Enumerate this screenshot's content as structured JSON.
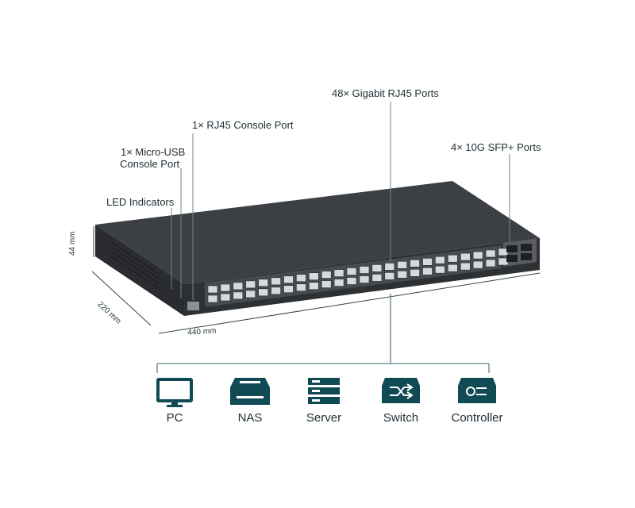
{
  "callouts": {
    "gigabit_ports": "48× Gigabit RJ45 Ports",
    "console_port": "1× RJ45 Console Port",
    "usb_console_line1": "1× Micro-USB",
    "usb_console_line2": "Console Port",
    "sfp_ports": "4× 10G SFP+ Ports",
    "led_indicators": "LED Indicators"
  },
  "dimensions": {
    "height": "44 mm",
    "depth": "220 mm",
    "width": "440 mm"
  },
  "devices": [
    {
      "label": "PC",
      "icon": "monitor-icon"
    },
    {
      "label": "NAS",
      "icon": "nas-icon"
    },
    {
      "label": "Server",
      "icon": "server-icon"
    },
    {
      "label": "Switch",
      "icon": "switch-icon"
    },
    {
      "label": "Controller",
      "icon": "controller-icon"
    }
  ],
  "colors": {
    "accent": "#0f4a55",
    "line": "#5f7f88",
    "switch_body": "#3b3e42"
  }
}
